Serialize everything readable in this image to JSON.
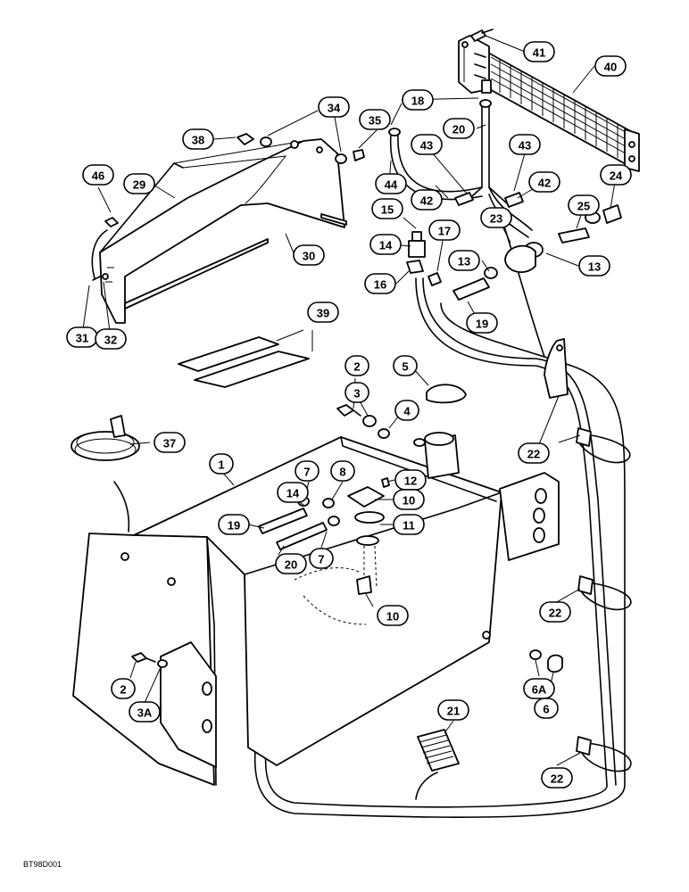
{
  "callouts": [
    {
      "id": "c41",
      "label": "41"
    },
    {
      "id": "c40",
      "label": "40"
    },
    {
      "id": "c18",
      "label": "18"
    },
    {
      "id": "c34",
      "label": "34"
    },
    {
      "id": "c35",
      "label": "35"
    },
    {
      "id": "c38",
      "label": "38"
    },
    {
      "id": "c20a",
      "label": "20"
    },
    {
      "id": "c43a",
      "label": "43"
    },
    {
      "id": "c43b",
      "label": "43"
    },
    {
      "id": "c46",
      "label": "46"
    },
    {
      "id": "c29",
      "label": "29"
    },
    {
      "id": "c44",
      "label": "44"
    },
    {
      "id": "c42a",
      "label": "42"
    },
    {
      "id": "c42b",
      "label": "42"
    },
    {
      "id": "c24",
      "label": "24"
    },
    {
      "id": "c15",
      "label": "15"
    },
    {
      "id": "c23",
      "label": "23"
    },
    {
      "id": "c25",
      "label": "25"
    },
    {
      "id": "c17",
      "label": "17"
    },
    {
      "id": "c14a",
      "label": "14"
    },
    {
      "id": "c30",
      "label": "30"
    },
    {
      "id": "c13a",
      "label": "13"
    },
    {
      "id": "c13b",
      "label": "13"
    },
    {
      "id": "c16",
      "label": "16"
    },
    {
      "id": "c19a",
      "label": "19"
    },
    {
      "id": "c39",
      "label": "39"
    },
    {
      "id": "c31",
      "label": "31"
    },
    {
      "id": "c32",
      "label": "32"
    },
    {
      "id": "c2a",
      "label": "2"
    },
    {
      "id": "c5",
      "label": "5"
    },
    {
      "id": "c3",
      "label": "3"
    },
    {
      "id": "c4",
      "label": "4"
    },
    {
      "id": "c37",
      "label": "37"
    },
    {
      "id": "c22a",
      "label": "22"
    },
    {
      "id": "c1",
      "label": "1"
    },
    {
      "id": "c7a",
      "label": "7"
    },
    {
      "id": "c8",
      "label": "8"
    },
    {
      "id": "c12",
      "label": "12"
    },
    {
      "id": "c14b",
      "label": "14"
    },
    {
      "id": "c10a",
      "label": "10"
    },
    {
      "id": "c19b",
      "label": "19"
    },
    {
      "id": "c11",
      "label": "11"
    },
    {
      "id": "c20b",
      "label": "20"
    },
    {
      "id": "c7b",
      "label": "7"
    },
    {
      "id": "c10b",
      "label": "10"
    },
    {
      "id": "c22b",
      "label": "22"
    },
    {
      "id": "c6A",
      "label": "6A"
    },
    {
      "id": "c2b",
      "label": "2"
    },
    {
      "id": "c3A",
      "label": "3A"
    },
    {
      "id": "c6",
      "label": "6"
    },
    {
      "id": "c21",
      "label": "21"
    },
    {
      "id": "c22c",
      "label": "22"
    }
  ],
  "drawing_code": "BT98D001"
}
